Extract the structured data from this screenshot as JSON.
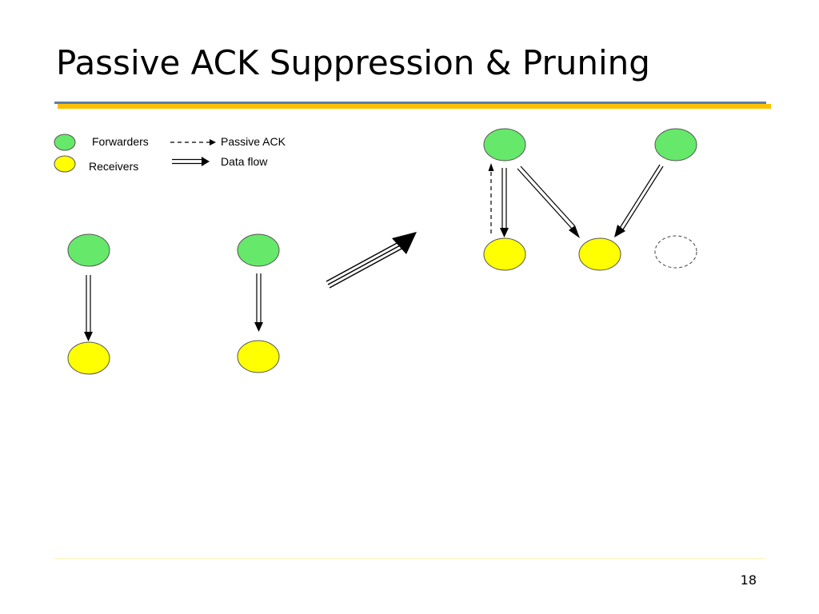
{
  "slide": {
    "title": "Passive ACK Suppression & Pruning",
    "page_number": "18"
  },
  "legend": {
    "forwarders": "Forwarders",
    "receivers": "Receivers",
    "passive_ack": "Passive ACK",
    "data_flow": "Data flow"
  },
  "colors": {
    "forwarder": "#66e86a",
    "receiver": "#ffff00",
    "title_rule_blue": "#5a7fa8",
    "title_rule_gold": "#ffc000"
  }
}
